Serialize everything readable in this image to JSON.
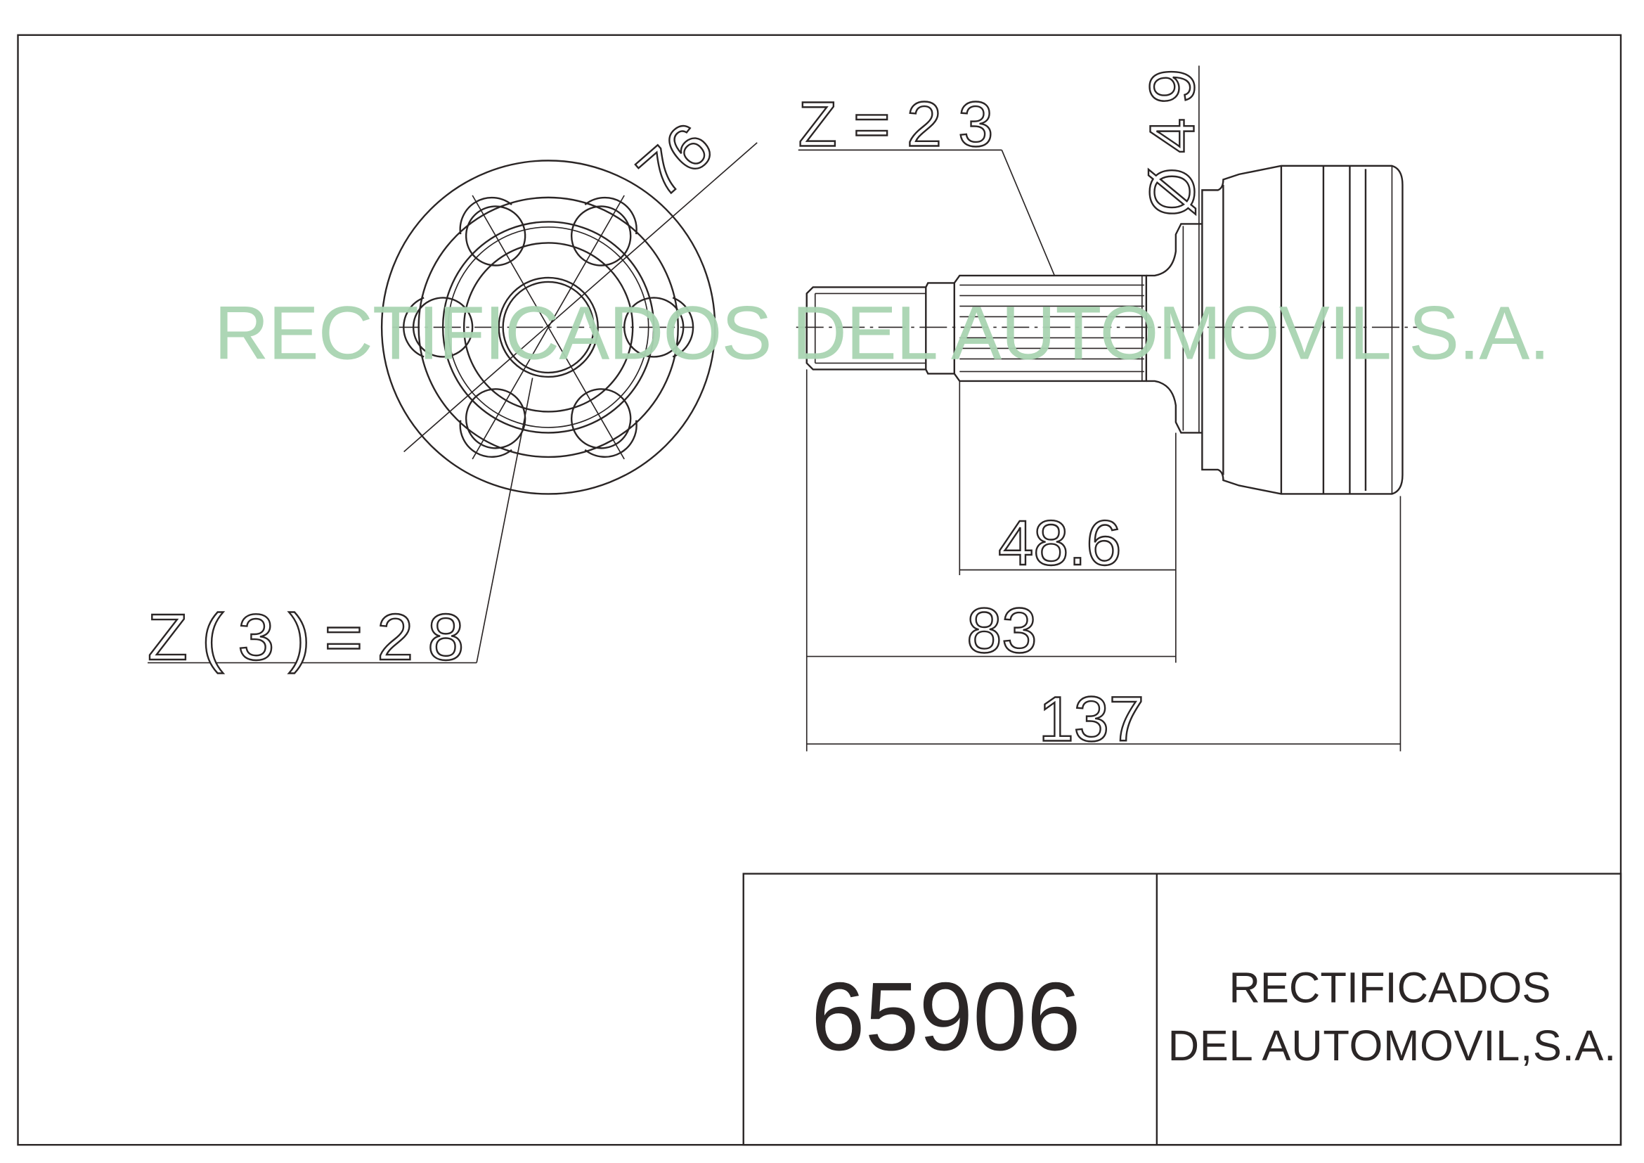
{
  "drawing": {
    "watermark": "RECTIFICADOS DEL AUTOMOVIL S.A.",
    "dims": {
      "outer_diameter": "76",
      "inner_teeth": "Z(3)=28",
      "shaft_teeth": "Z=23",
      "seal_diameter": "Ø49",
      "spline_length": "48.6",
      "shaft_length": "83",
      "total_length": "137"
    }
  },
  "title_block": {
    "part_number": "65906",
    "company_line1": "RECTIFICADOS",
    "company_line2": "DEL AUTOMOVIL,S.A."
  },
  "colors": {
    "watermark": "#a9d4b2",
    "lines": "#2a2525"
  }
}
